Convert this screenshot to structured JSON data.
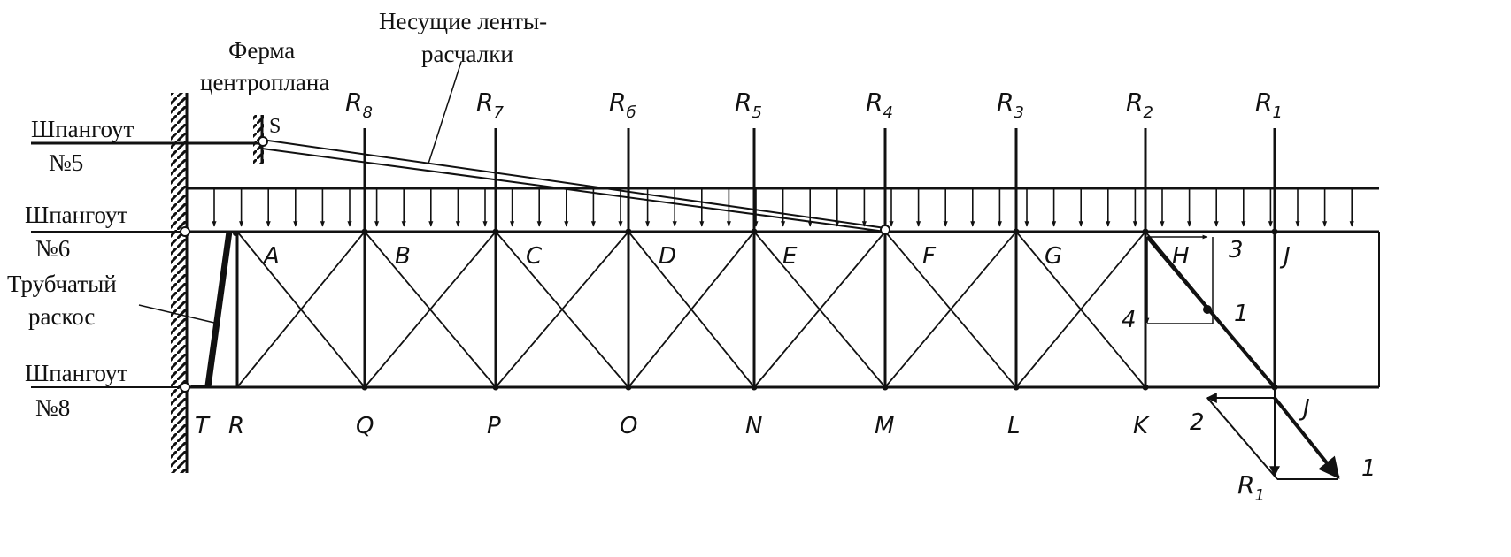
{
  "labels": {
    "frame5_line1": "Шпангоут",
    "frame5_line2": "№5",
    "frame6_line1": "Шпангоут",
    "frame6_line2": "№6",
    "frame8_line1": "Шпангоут",
    "frame8_line2": "№8",
    "tube_line1": "Трубчатый",
    "tube_line2": "раскос",
    "center_line1": "Ферма",
    "center_line2": "центроплана",
    "tapes_line1": "Несущие ленты-",
    "tapes_line2": "расчалки",
    "point_s": "S"
  },
  "reactions": [
    {
      "letter": "R",
      "sub": "8"
    },
    {
      "letter": "R",
      "sub": "7"
    },
    {
      "letter": "R",
      "sub": "б"
    },
    {
      "letter": "R",
      "sub": "5"
    },
    {
      "letter": "R",
      "sub": "4"
    },
    {
      "letter": "R",
      "sub": "3"
    },
    {
      "letter": "R",
      "sub": "2"
    },
    {
      "letter": "R",
      "sub": "1"
    }
  ],
  "top_nodes": [
    "A",
    "B",
    "C",
    "D",
    "E",
    "F",
    "G",
    "H",
    "J"
  ],
  "bottom_nodes": [
    "T",
    "R",
    "Q",
    "P",
    "O",
    "N",
    "M",
    "L",
    "K"
  ],
  "force_triangle_top": {
    "n3": "3",
    "n1": "1",
    "n4": "4"
  },
  "force_triangle_bottom": {
    "n2": "2",
    "nJ": "J",
    "n1": "1",
    "r": "R",
    "r_sub": "1"
  }
}
